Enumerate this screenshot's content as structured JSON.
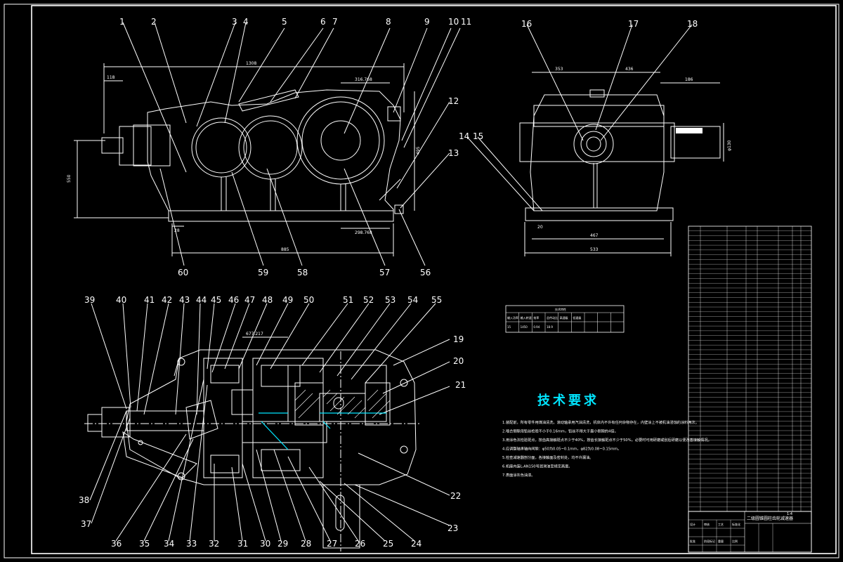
{
  "title": "技术要求",
  "tech_requirements": [
    "1.装配前，所有零件用煤油清洗，滚动轴承用汽油清洗，机体内不许有任何杂物存在，内壁涂上不被机油浸蚀的涂料两次。",
    "2.啮合侧隙用铅丝检验不小于0.16mm，铅丝不得大于最小侧隙的4倍。",
    "3.用涂色法检验斑点，按齿高接触斑点不少于40%，按齿长接触斑点不少于50%，必要时可用研磨或刮后研磨以便改善接触情况。",
    "4.应调整轴承轴向间隙：φ50为0.05~0.1mm，φ82为0.08~0.15mm。",
    "5.检查减速器剖分面，各接触面及密封处，均不许漏油。",
    "6.机座内装L-AN150号润滑油至规定高度。",
    "7.表面涂灰色油漆。"
  ],
  "callouts_top": [
    "1",
    "2",
    "3",
    "4",
    "5",
    "6",
    "7",
    "8",
    "9",
    "10",
    "11"
  ],
  "callouts_side": [
    "16",
    "17",
    "18",
    "12",
    "13",
    "14",
    "15"
  ],
  "callouts_front_bottom": [
    "60",
    "59",
    "58",
    "57",
    "56"
  ],
  "callouts_plan_top": [
    "39",
    "40",
    "41",
    "42",
    "43",
    "44",
    "45",
    "46",
    "47",
    "48",
    "49",
    "50",
    "51",
    "52",
    "53",
    "54",
    "55"
  ],
  "callouts_plan_right": [
    "19",
    "20",
    "21",
    "22",
    "23"
  ],
  "callouts_plan_left": [
    "38",
    "37"
  ],
  "callouts_plan_bottom": [
    "36",
    "35",
    "34",
    "33",
    "32",
    "31",
    "30",
    "29",
    "28",
    "27",
    "26",
    "25",
    "24"
  ],
  "dimensions": {
    "front_overall_length": "1308",
    "front_top_left": "118",
    "front_center_dist": "316.768",
    "front_center_dist2": "298.768",
    "front_base_length": "885",
    "front_left_height": "550",
    "front_right_height": "495",
    "front_base_h": "28",
    "side_left_top": "353",
    "side_right_top": "436",
    "side_shaft_ext": "186",
    "side_base_width": "467",
    "side_overall_width": "533",
    "side_shaft_dia": "φ130",
    "side_base_mark": "20",
    "plan_dim": "677.217"
  },
  "small_table": {
    "title": "技术特性",
    "headers": [
      "输入功率",
      "输入转速",
      "效率",
      "总传动比",
      "高速级",
      "低速级",
      "",
      "",
      ""
    ],
    "row": [
      "15",
      "1450",
      "0.94",
      "18.9",
      "",
      "",
      "",
      "",
      ""
    ]
  },
  "title_block": {
    "name": "二级圆锥圆柱齿轮减速器",
    "scale": "1:4",
    "labels": [
      "设计",
      "审核",
      "工艺",
      "标准化",
      "批准",
      "阶段标记",
      "重量",
      "比例"
    ]
  },
  "colors": {
    "background": "#000000",
    "line": "#ffffff",
    "accent": "#00e5ff",
    "highlight": "#ffe600"
  }
}
